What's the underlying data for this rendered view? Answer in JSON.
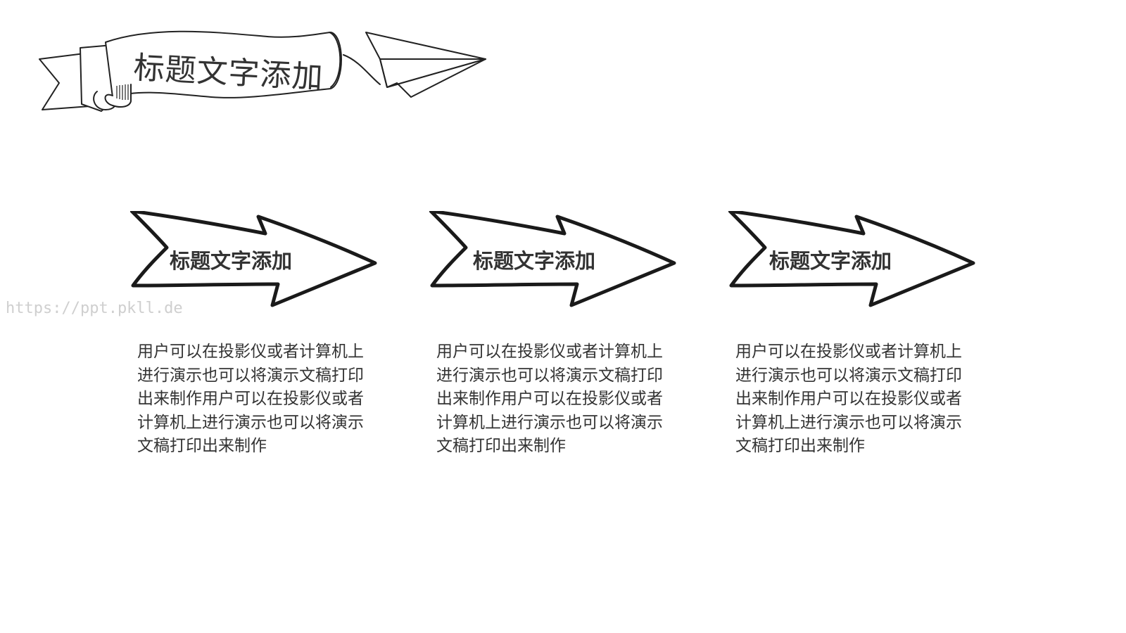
{
  "title": "标题文字添加",
  "watermark": "https://ppt.pkll.de",
  "steps": [
    {
      "label": "标题文字添加",
      "description": "用户可以在投影仪或者计算机上进行演示也可以将演示文稿打印出来制作用户可以在投影仪或者计算机上进行演示也可以将演示文稿打印出来制作"
    },
    {
      "label": "标题文字添加",
      "description": "用户可以在投影仪或者计算机上进行演示也可以将演示文稿打印出来制作用户可以在投影仪或者计算机上进行演示也可以将演示文稿打印出来制作"
    },
    {
      "label": "标题文字添加",
      "description": "用户可以在投影仪或者计算机上进行演示也可以将演示文稿打印出来制作用户可以在投影仪或者计算机上进行演示也可以将演示文稿打印出来制作"
    }
  ],
  "colors": {
    "ink": "#222222",
    "text": "#333333",
    "watermark": "#cfcfcf"
  },
  "icons": [
    "ribbon-banner-icon",
    "paper-plane-icon",
    "hand-drawn-arrow-icon"
  ]
}
